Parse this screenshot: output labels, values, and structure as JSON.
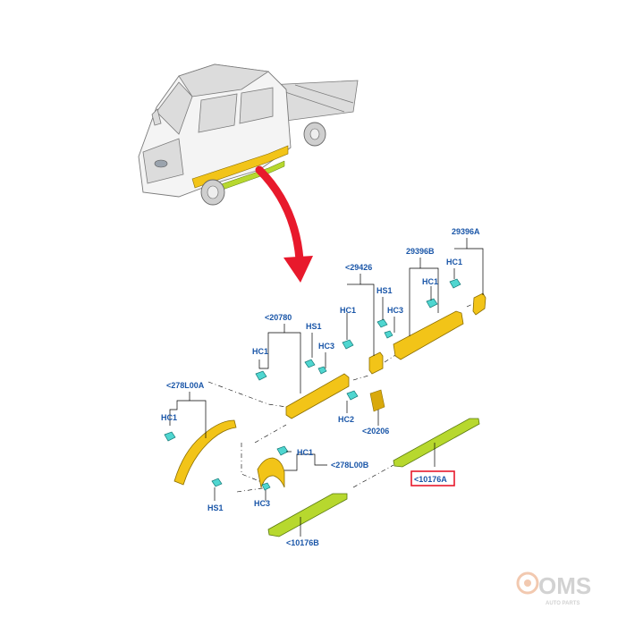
{
  "labels": {
    "p29396A": "29396A",
    "p29396B": "29396B",
    "p29426": "<29426",
    "p20780": "<20780",
    "p278L00A": "<278L00A",
    "p278L00B": "<278L00B",
    "p20206": "<20206",
    "p10176A": "<10176A",
    "p10176B": "<10176B",
    "hc1_a": "HC1",
    "hc1_b": "HC1",
    "hc1_c": "HC1",
    "hc1_d": "HC1",
    "hc1_e": "HC1",
    "hc1_f": "HC1",
    "hs1_a": "HS1",
    "hs1_b": "HS1",
    "hs1_c": "HS1",
    "hc3_a": "HC3",
    "hc3_b": "HC3",
    "hc3_c": "HC3",
    "hc2": "HC2"
  },
  "watermark": {
    "brand": "OMS",
    "tagline": "AUTO PARTS"
  },
  "colors": {
    "highlight_box": "#e8192c",
    "arrow": "#e8192c",
    "label_text": "#1a56a8",
    "trim": "#f2c418",
    "strip": "#b7d82e",
    "clip": "#4fd6d0"
  }
}
